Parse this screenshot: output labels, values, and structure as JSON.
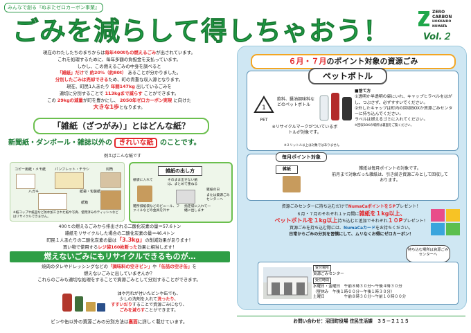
{
  "header": {
    "tag": "みんなで創る『ぬまたゼロカーボン事業』",
    "title": "ごみを減らして得しちゃおう！",
    "logo_lines": [
      "ZERO",
      "CARBON",
      "HOKKAIDO",
      "NUMATA"
    ],
    "vol": "Vol.２",
    "brand_color": "#1fa74a"
  },
  "intro": {
    "l1a": "現在のわたしたちのまちからは",
    "l1b": "毎年400tもの燃えるごみ",
    "l1c": "が出されています。",
    "l2": "これを処理するために、毎年多額の負担金を支払っています。",
    "l3": "しかし、この燃えるごみの中身を調べると",
    "l4a": "「雑紙」だけ",
    "l4b": "で",
    "l4c": "約20%（約80t）",
    "l4d": "あることが分かりました。",
    "l5a": "分別したごみは売却できる",
    "l5b": "ため、町の貴重な収入源となります。",
    "l6a": "現在、町民1人あたり",
    "l6b": "年間147kg",
    "l6c": "出しているごみを",
    "l7a": "適切に分別することで",
    "l7b": "113kgまで減らす",
    "l7c": "ことができます。",
    "l8a": "この",
    "l8b": "29kgの減量",
    "l8c": "が町を豊かにし、",
    "l8d": "2050年ゼロカーボン実現",
    "l8e": "に向けた",
    "l9a": "大きな1歩",
    "l9b": "となります。"
  },
  "section1": {
    "title": "「雑紙（ざつがみ）」とはどんな紙？",
    "desc_a": "新聞紙・ダンボール・雑誌以外の",
    "desc_b": "きれいな紙",
    "desc_c": "のことです。",
    "example": "例えばこんな紙です",
    "paper_labels": [
      "コピー用紙・メモ紙",
      "パンフレット・チラシ",
      "封筒",
      "ハガキ",
      "紙袋・包装紙",
      "紙箱"
    ],
    "paper_note": "※紙コップや紙皿など防水加工された紙や写真、使用済みのティッシュなどはリサイクルできません。",
    "howto_title": "雑紙の出し方",
    "howto_a": "紙袋に入れて",
    "howto_b": "そのまま出せない紙は、まとめて重ねる",
    "howto_c": "雑紙の日",
    "howto_d": "または資源ごみセンターへ",
    "howto_e": "雑所排紙袋などのビニール、ファイルなどの金具を外す",
    "howto_f": "指定袋に入れて一緒に出します"
  },
  "stats": {
    "l1": "400ｔの燃えるごみから排出される二酸化炭素の量＝57.6トン",
    "l2": "雑紙をリサイクルした場合の二酸化炭素の量＝46.4トン",
    "l3a": "町民１人あたりの二酸化炭素の量は",
    "l3b": "「3.3kg」",
    "l3c": "の削減効果があります！",
    "l4a": "買い物で使用する",
    "l4b": "レジ袋160枚断った",
    "l4c": "効果に相当します！"
  },
  "section2": {
    "title": "燃えないごみにもリサイクルできるものが…",
    "l1a": "焼肉のタレやドレッシングなどの",
    "l1b": "「調味料の空きビン」",
    "l1c": "や",
    "l1d": "「缶詰の空き缶」",
    "l1e": "を",
    "l2": "燃えないごみに出していませんか？",
    "l3": "これらのごみも適切な処理をすることで資源ごみとして分別することができます。",
    "tip1": "油や汚れが付いたビンや缶でも、",
    "tip2a": "少しの洗剤を入れて",
    "tip2b": "洗ったり、",
    "tip3a": "すすいだり",
    "tip3b": "することで資源ごみになり、",
    "tip4a": "ごみを減らす",
    "tip4b": "ことができます。",
    "foot_a": "ビンや缶以外の資源ごみの分別方法は",
    "foot_b": "裏面",
    "foot_c": "に詳しく載せています。"
  },
  "right": {
    "title_a": "６月・７月",
    "title_b": "のポイント対象の資源ごみ",
    "pet_title": "ペットボトル",
    "pet_mark": "PET",
    "pet_list": "飲料、醤油調味料などのペットボトル",
    "pet_note": "※リサイクルマークがついているボトルが対象です。",
    "steps_title": "■捨て方",
    "steps": [
      "①透明か半透明の袋にいれ、キャップとラベルをはがし、つぶさず、必ずすすいでください。",
      "②外したキャップは町内の回収BOXか資源ごみセンターに持ち込んでください。",
      "ラベルは燃えるゴミに入れてください。"
    ],
    "pet_foot": "※回収BOXの場所は裏面をご覧ください。",
    "pet_foot2": "※２リットル以上は対象ではありません",
    "zatu_hd": "毎月ポイント対象",
    "zatu_lbl": "雑紙",
    "zatu_l1": "雑紙は毎月ポイントの対象です。",
    "zatu_l2": "前月まで対象だった雑紙は、引き続き資源ごみとして回収しております。",
    "pt1a": "資源ごみセンターに持ち込むだけで",
    "pt1b": "NumaCaポイントを５P",
    "pt1c": "プレゼント！",
    "pt2a": "６月・７月のそれぞれ１ヶ月間に",
    "pt2b": "雑紙を１kg以上、",
    "pt3a": "ペットボトルを１kg以上",
    "pt3b": "持ち込むと追加でそれぞれ",
    "pt3c": "１０P",
    "pt3d": "プレゼント！",
    "pt4a": "資源ごみを持ち込む際には、",
    "pt4b": "NumaCaカード",
    "pt4c": "をお持ちください。",
    "pt5": "日常からごみの分別を習慣にして、ムリなくお得にゼロカーボン！",
    "callout": "持ち込む場所は資源ごみセンターへ",
    "center_k1": "受付場所",
    "center_v1": "資源ごみセンター",
    "center_k2": "受付時間",
    "center_r1": "水曜日・金曜日　午前８時３０分～午後４時３０分",
    "center_r2": "（昼休み　午後１時００分～午後１時３０分）",
    "center_r3": "土曜日　　　　　午前８時３０分～午前１０時００分"
  },
  "contact": "お問い合わせ：沼田町役場 住民生活課　３５－２１１５",
  "colors": {
    "green": "#2f9e46",
    "red": "#e3262a",
    "blue": "#1769ad",
    "panel": "#cfe7f3"
  }
}
